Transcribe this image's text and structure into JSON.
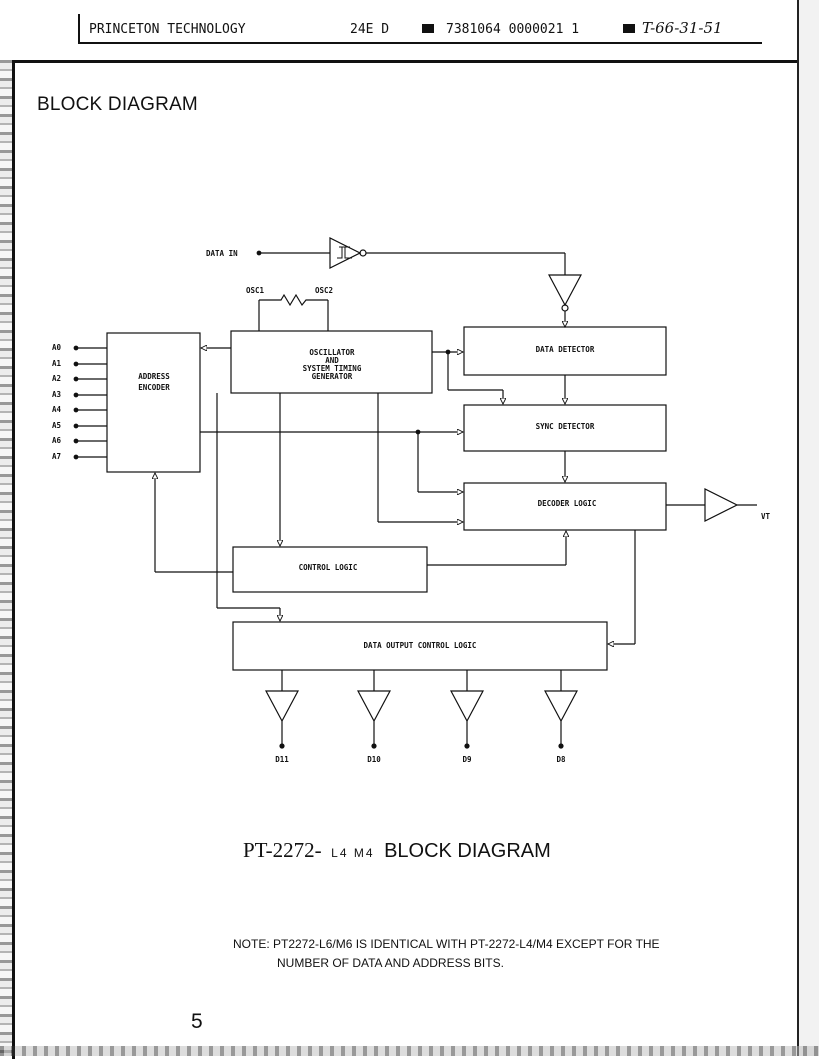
{
  "header": {
    "company": "PRINCETON TECHNOLOGY",
    "code": "24E D",
    "batch": "7381064 0000021 1",
    "ref": "T-66-31-51"
  },
  "page_title": "BLOCK DIAGRAM",
  "diagram": {
    "inputs": {
      "data_in": "DATA IN",
      "osc1": "OSC1",
      "osc2": "OSC2",
      "address": [
        "A0",
        "A1",
        "A2",
        "A3",
        "A4",
        "A5",
        "A6",
        "A7"
      ]
    },
    "blocks": {
      "address_encoder": [
        "ADDRESS",
        "ENCODER"
      ],
      "oscillator": [
        "OSCILLATOR",
        "AND",
        "SYSTEM TIMING",
        "GENERATOR"
      ],
      "data_detector": "DATA DETECTOR",
      "sync_detector": "SYNC DETECTOR",
      "decoder_logic": "DECODER LOGIC",
      "control_logic": "CONTROL LOGIC",
      "data_output_control_logic": "DATA OUTPUT CONTROL LOGIC"
    },
    "outputs": {
      "vt": "VT",
      "data": [
        "D11",
        "D10",
        "D9",
        "D8"
      ]
    }
  },
  "caption": {
    "part": "PT-2272-",
    "variant": "L4 M4",
    "title": "BLOCK DIAGRAM"
  },
  "note": {
    "line1": "NOTE: PT2272-L6/M6 IS IDENTICAL WITH PT-2272-L4/M4 EXCEPT FOR THE",
    "line2": "NUMBER OF DATA AND ADDRESS BITS."
  },
  "page_number": "5"
}
